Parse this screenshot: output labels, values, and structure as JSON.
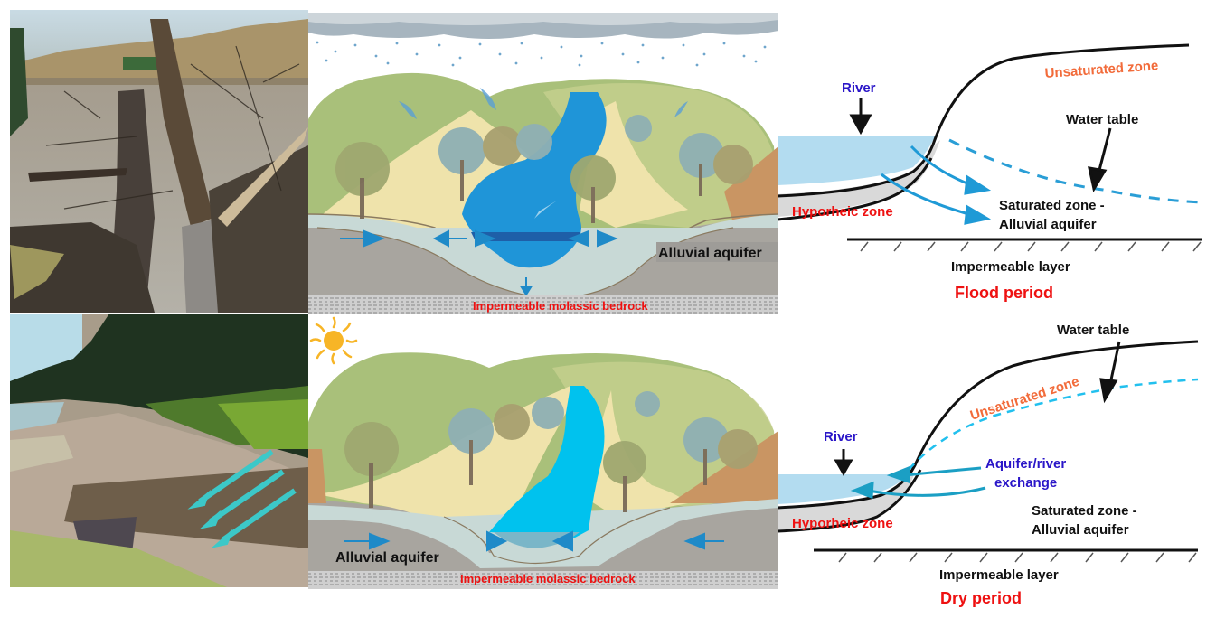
{
  "figure": {
    "rows": [
      {
        "id": "flood",
        "photo": {
          "description": "Flooded river bank with tree trunks and branches in muddy water"
        },
        "illustration": {
          "weather_icon": "rain-cloud-icon",
          "labels": {
            "aquifer": "Alluvial aquifer",
            "bedrock": "Impermeable molassic bedrock"
          }
        },
        "schematic": {
          "labels": {
            "river": "River",
            "unsaturated": "Unsaturated zone",
            "water_table": "Water table",
            "hyporheic": "Hyporheic zone",
            "saturated_line1": "Saturated zone -",
            "saturated_line2": "Alluvial aquifer",
            "impermeable": "Impermeable layer",
            "period": "Flood period"
          }
        }
      },
      {
        "id": "dry",
        "photo": {
          "description": "Low-water river bank with exposed muddy gravel bed and cyan arrows pointing toward the river"
        },
        "illustration": {
          "weather_icon": "sun-icon",
          "labels": {
            "aquifer": "Alluvial aquifer",
            "bedrock": "Impermeable molassic bedrock"
          }
        },
        "schematic": {
          "labels": {
            "river": "River",
            "unsaturated": "Unsaturated zone",
            "water_table": "Water table",
            "exchange_line1": "Aquifer/river",
            "exchange_line2": "exchange",
            "hyporheic": "Hyporheic zone",
            "saturated_line1": "Saturated zone -",
            "saturated_line2": "Alluvial aquifer",
            "impermeable": "Impermeable layer",
            "period": "Dry period"
          }
        }
      }
    ],
    "colors": {
      "red_label": "#ee1111",
      "orange_label": "#f26b3a",
      "blue_label": "#2a16c8",
      "river_fill": "#b3dcf0",
      "flow_arrow": "#1f9ad6",
      "water_table_dash": "#2a9ed6",
      "dry_water_table_dash": "#22c0ee",
      "hyporheic_fill": "#d9d9d9",
      "photo_arrow": "#3cc8c8"
    }
  }
}
